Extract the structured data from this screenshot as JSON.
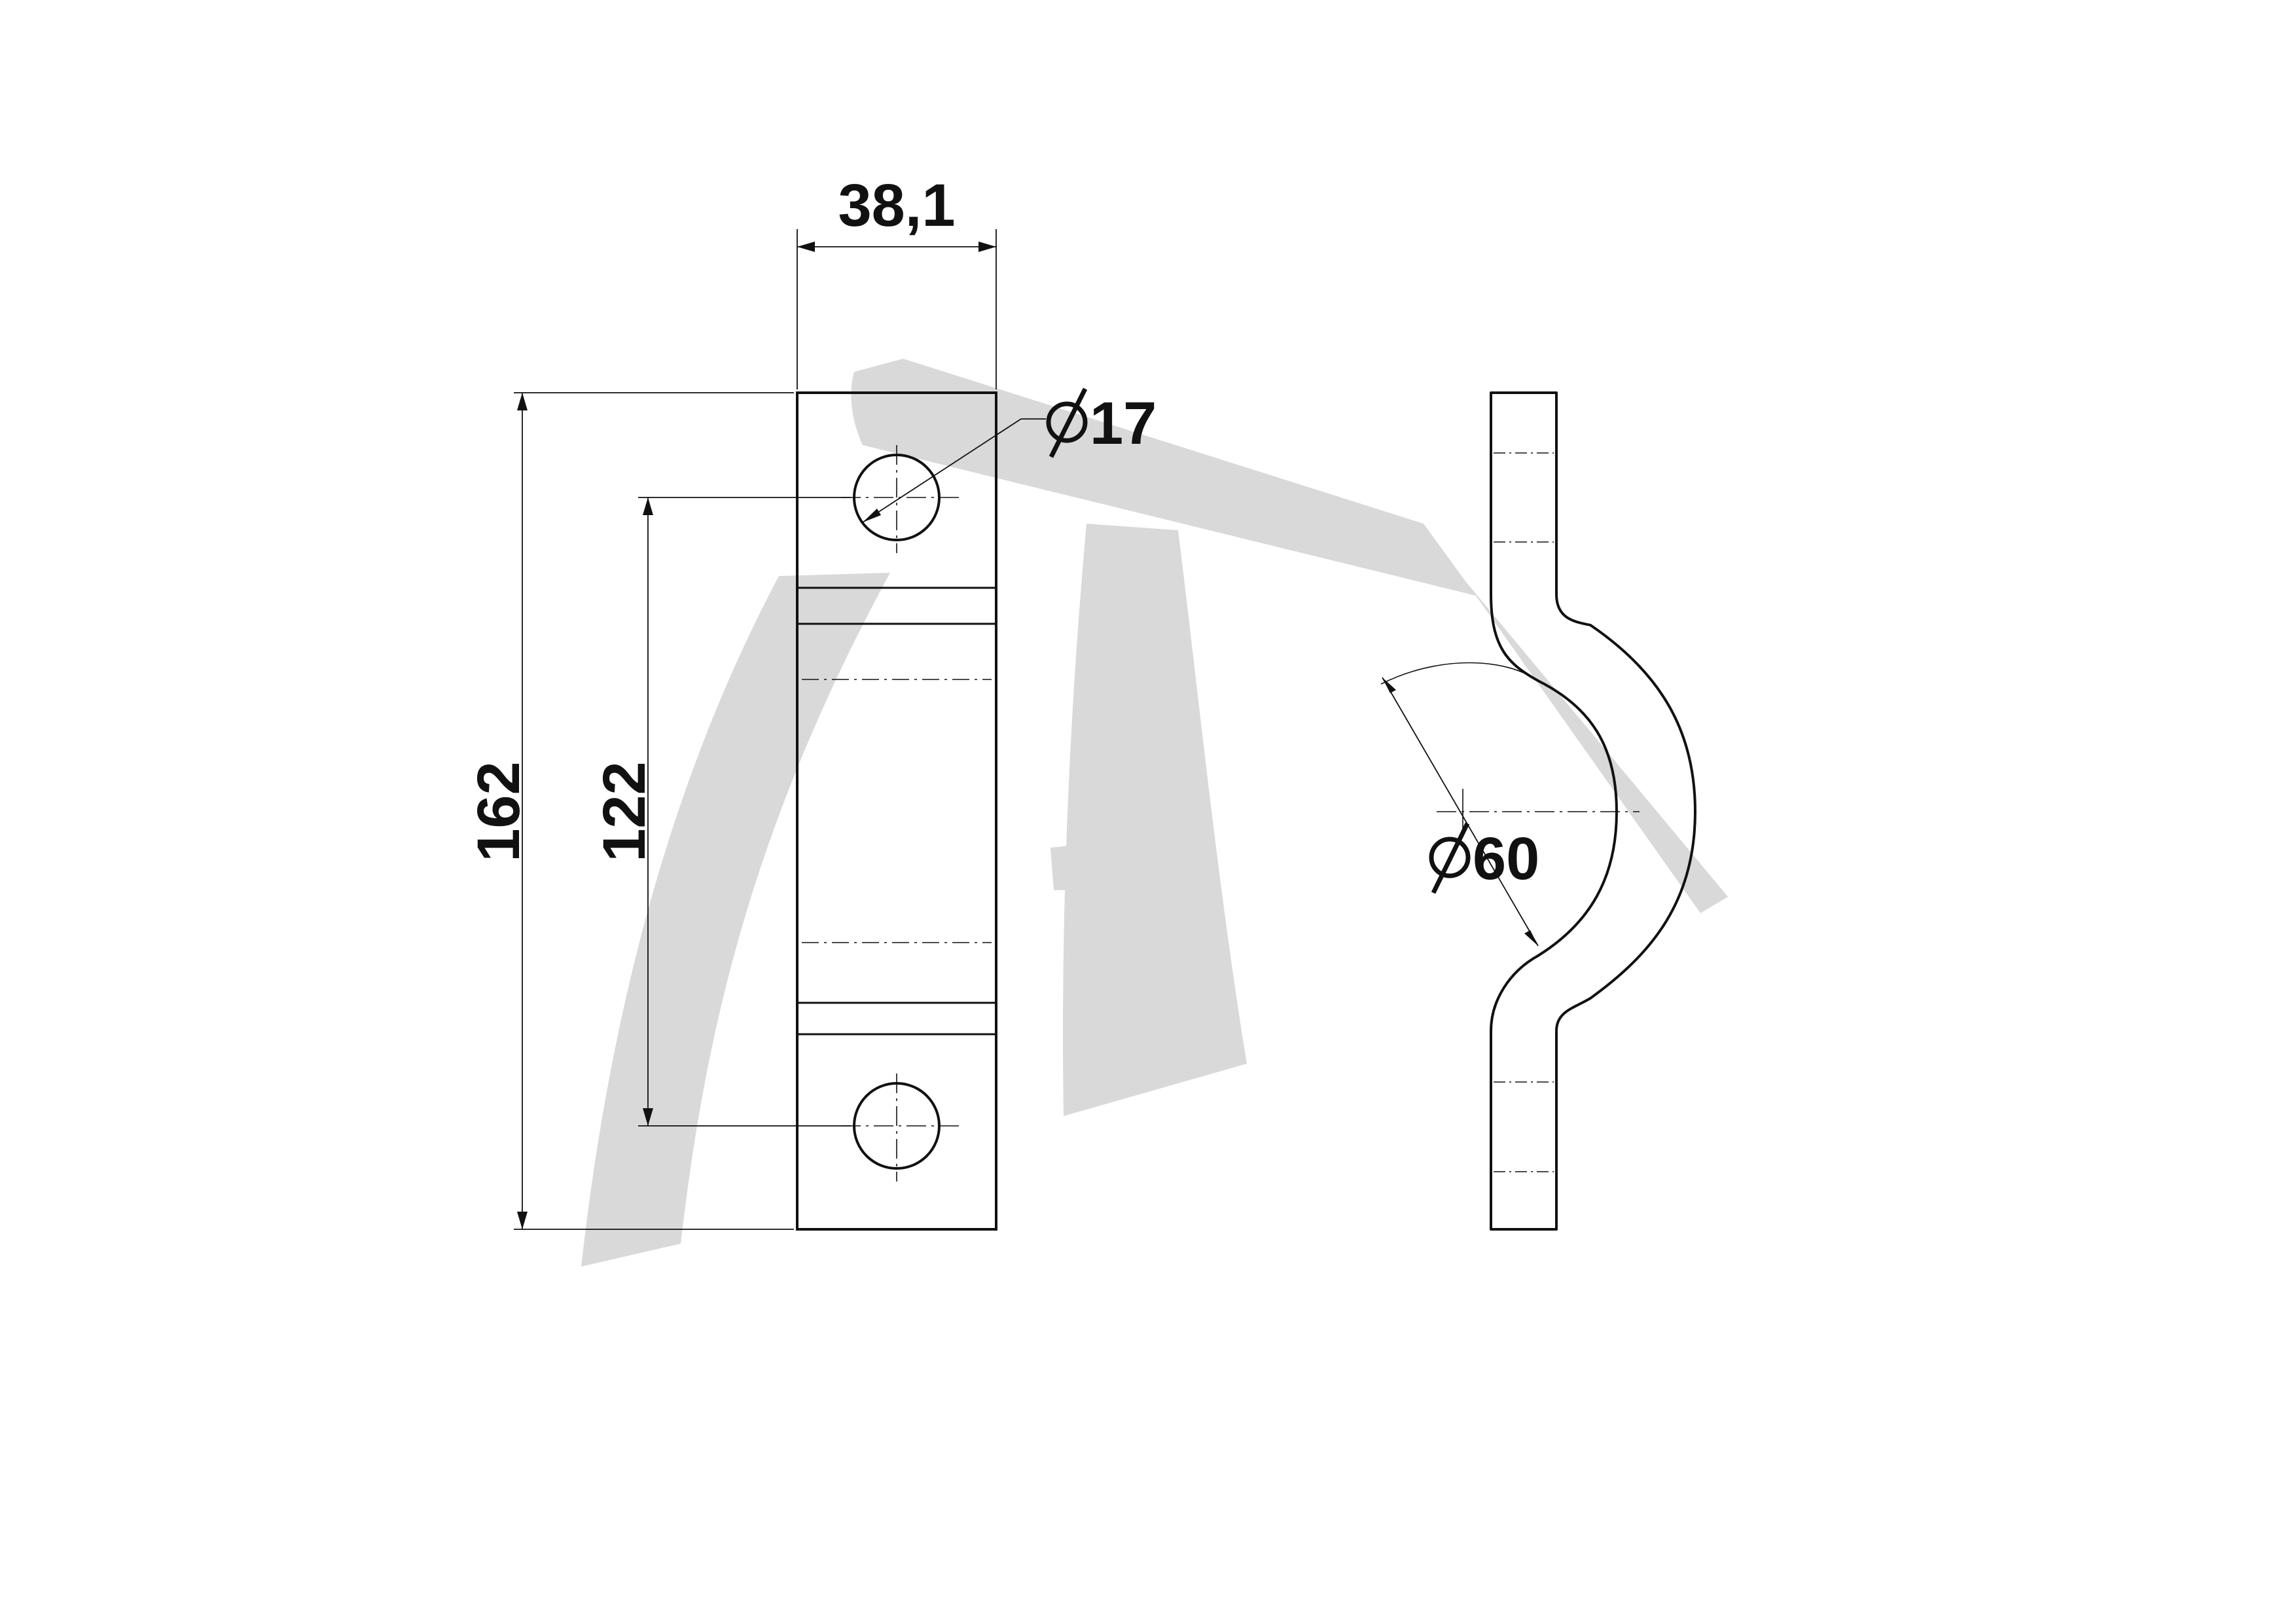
{
  "dimensions": {
    "width": "38,1",
    "height_total": "162",
    "hole_spacing": "122",
    "hole_diameter": "17",
    "saddle_diameter": "60"
  },
  "symbols": {
    "diameter": "diameter-symbol"
  },
  "colors": {
    "line": "#111111",
    "watermark": "#d9d9d9",
    "background": "#ffffff"
  }
}
